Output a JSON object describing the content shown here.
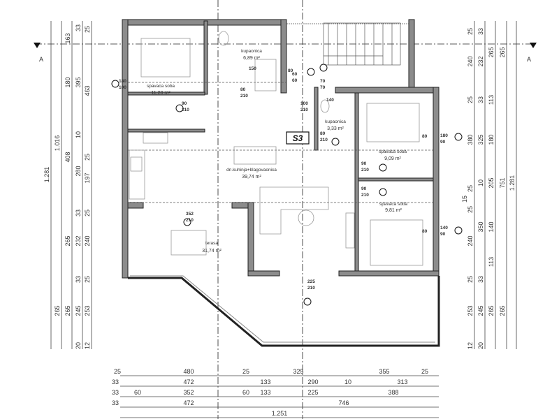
{
  "plan": {
    "unit_label": "S3",
    "section_marker": "A",
    "rooms": [
      {
        "name": "spavaca soba",
        "area": "11,20 m²"
      },
      {
        "name": "kupaonica",
        "area": "6,89 m²"
      },
      {
        "name": "kupaonica",
        "area": "3,33 m²"
      },
      {
        "name": "dn.kuhinja+blagovaonica",
        "area": "39,74 m²"
      },
      {
        "name": "spavaca soba",
        "area": "9,09 m²"
      },
      {
        "name": "spavaca soba",
        "area": "9,81 m²"
      },
      {
        "name": "terasa",
        "area": "31,74 m²"
      }
    ],
    "openings": [
      {
        "w": "180",
        "h": "100"
      },
      {
        "w": "90",
        "h": "210"
      },
      {
        "w": "80",
        "h": "210"
      },
      {
        "w": "150",
        "h": ""
      },
      {
        "w": "60",
        "h": "60"
      },
      {
        "w": "70",
        "h": "70"
      },
      {
        "w": "140",
        "h": ""
      },
      {
        "w": "100",
        "h": "210"
      },
      {
        "w": "80",
        "h": "210"
      },
      {
        "w": "90",
        "h": "210"
      },
      {
        "w": "90",
        "h": "210"
      },
      {
        "w": "180",
        "h": "90"
      },
      {
        "w": "140",
        "h": "90"
      },
      {
        "w": "352",
        "h": "210"
      },
      {
        "w": "225",
        "h": "210"
      },
      {
        "w": "80",
        "h": ""
      },
      {
        "w": "80",
        "h": ""
      },
      {
        "w": "80",
        "h": ""
      }
    ]
  },
  "dimensions": {
    "left": [
      [
        "1.281"
      ],
      [
        "1.016",
        "265"
      ],
      [
        "163",
        "180",
        "408",
        "265",
        "265"
      ],
      [
        "33",
        "395",
        "10",
        "280",
        "33",
        "232",
        "33",
        "245",
        "20"
      ],
      [
        "25",
        "463",
        "25",
        "197",
        "25",
        "240",
        "25",
        "253",
        "12"
      ]
    ],
    "right": [
      [
        "25",
        "240",
        "25",
        "380",
        "25",
        "15",
        "25",
        "240",
        "25",
        "253",
        "12"
      ],
      [
        "33",
        "232",
        "33",
        "325",
        "10",
        "350",
        "33",
        "245",
        "20"
      ],
      [
        "265",
        "113",
        "180",
        "205",
        "140",
        "113",
        "265"
      ],
      [
        "265",
        "751",
        "265"
      ],
      [
        "1.281"
      ]
    ],
    "bottom": [
      [
        "25",
        "480",
        "25",
        "325",
        "355",
        "25"
      ],
      [
        "33",
        "472",
        "133",
        "290",
        "10",
        "313"
      ],
      [
        "33",
        "60",
        "352",
        "60",
        "133",
        "225",
        "388"
      ],
      [
        "33",
        "472",
        "746"
      ],
      [
        "1.251"
      ]
    ]
  }
}
